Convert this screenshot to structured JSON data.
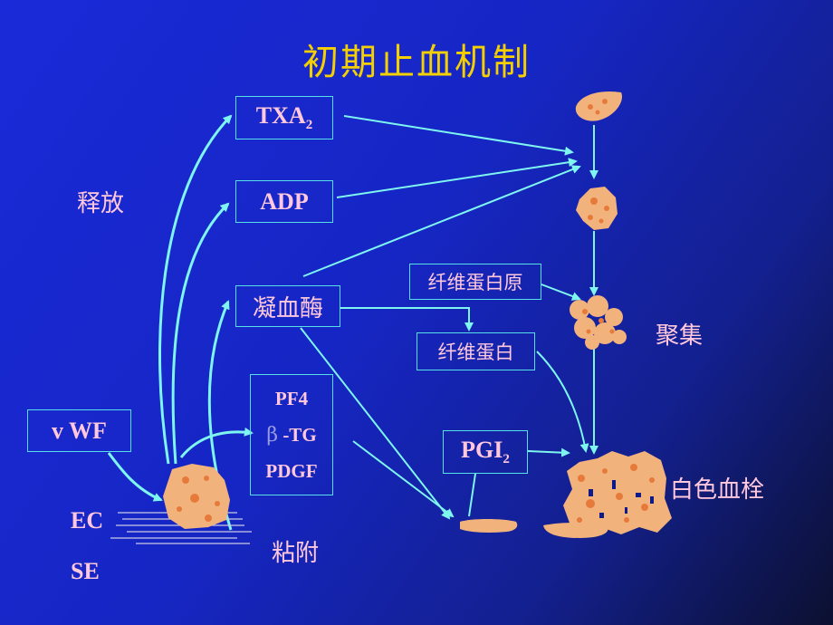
{
  "title": "初期止血机制",
  "boxes": {
    "txa": {
      "main": "TXA",
      "sub": "2"
    },
    "adp": "ADP",
    "thrombin": "凝血酶",
    "pf4": "PF4",
    "beta_symbol": "β",
    "tg": "-TG",
    "pdgf": "PDGF",
    "vwf": "v WF",
    "fibrinogen": "纤维蛋白原",
    "fibrin": "纤维蛋白",
    "pgi": {
      "main": "PGI",
      "sub": "2"
    }
  },
  "labels": {
    "release": "释放",
    "aggregation": "聚集",
    "white_thrombus": "白色血栓",
    "adhesion": "粘附",
    "ec": "EC",
    "se": "SE"
  },
  "colors": {
    "title": "#f5d000",
    "text": "#ffc8dc",
    "arrow": "#7ff5f0",
    "box_border": "#56e0e8",
    "platelet": "#f2b27c",
    "platelet_spots": "#e67a3a"
  }
}
